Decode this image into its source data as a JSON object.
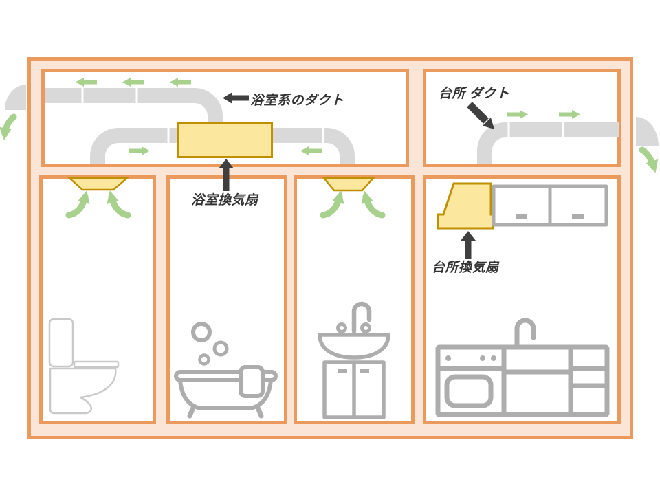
{
  "diagram": {
    "type": "home-ventilation-airflow-diagram",
    "labels": {
      "bath_duct": "浴室系のダクト",
      "kitchen_duct": "台所 ダクト",
      "bath_fan": "浴室換気扇",
      "kitchen_fan": "台所換気扇"
    },
    "colors": {
      "wall_stroke": "#EA9A5C",
      "wall_fill": "#FBE5D6",
      "duct": "#D9D9D9",
      "airflow": "#A9D18E",
      "fan_fill": "#FCE79E",
      "fan_stroke": "#BF9000",
      "fixture": "#ADADAD",
      "fixture_light": "#C9C9C9",
      "black_arrow": "#3F3F3F",
      "label_text": "#333333"
    },
    "zones": [
      {
        "id": "ceiling-bath-system",
        "kind": "ceiling-space"
      },
      {
        "id": "ceiling-kitchen-system",
        "kind": "ceiling-space"
      },
      {
        "id": "toilet",
        "fixture": "toilet-icon",
        "ceiling_vent": true
      },
      {
        "id": "bathroom",
        "fixture": "bathtub-icon",
        "ceiling_vent": false
      },
      {
        "id": "washroom",
        "fixture": "sink-icon",
        "ceiling_vent": true
      },
      {
        "id": "kitchen",
        "fixture": "kitchen-counter-icon",
        "ceiling_vent": false
      }
    ]
  }
}
